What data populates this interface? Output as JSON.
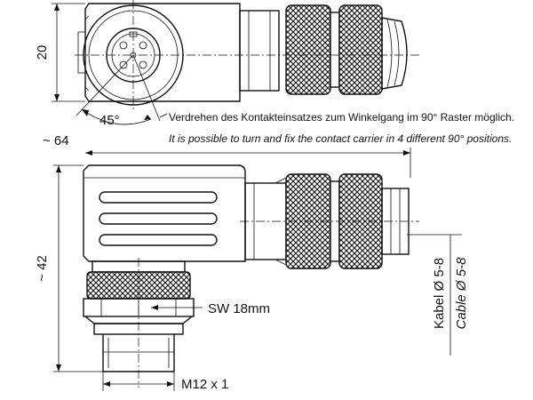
{
  "dimensions": {
    "height_top": "20",
    "angle": "45°",
    "overall_length": "~ 64",
    "overall_height": "~ 42",
    "wrench_size": "SW 18mm",
    "thread": "M12 x 1",
    "cable_de": "Kabel Ø 5-8",
    "cable_en": "Cable Ø 5-8"
  },
  "notes": {
    "german": "Verdrehen des Kontakteinsatzes zum Winkelgang im 90° Raster möglich.",
    "english": "It is possible to turn and fix the contact carrier in 4 different 90° positions."
  }
}
